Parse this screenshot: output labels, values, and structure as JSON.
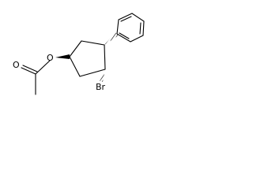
{
  "structure": {
    "atoms": {
      "ester_oxygen": "O",
      "carbonyl_oxygen": "O",
      "bromine": "Br"
    }
  }
}
